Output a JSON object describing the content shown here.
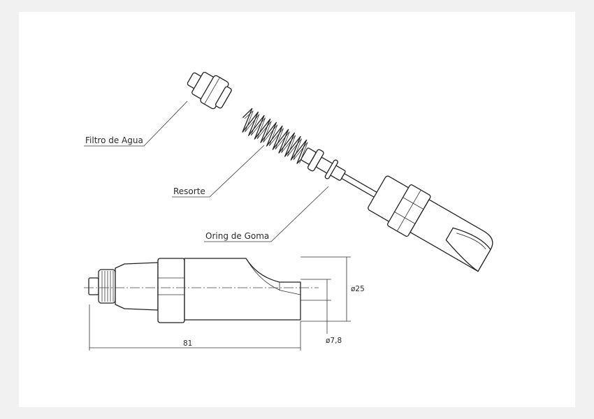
{
  "labels": {
    "filter": "Filtro de Agua",
    "spring": "Resorte",
    "oring": "Oring de Goma"
  },
  "dimensions": {
    "length": "81",
    "outer_diameter": "ø25",
    "inner_diameter": "ø7,8"
  }
}
